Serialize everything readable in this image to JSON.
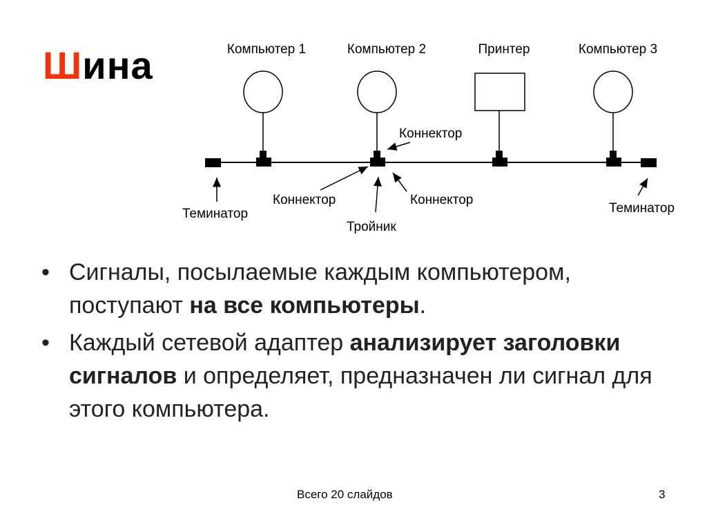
{
  "title": {
    "first_letter": "Ш",
    "rest": "ина",
    "accent": "#f0330f"
  },
  "diagram": {
    "devices": [
      "Компьютер 1",
      "Компьютер 2",
      "Принтер",
      "Компьютер 3"
    ],
    "labels": {
      "connector_top": "Коннектор",
      "connector_left": "Коннектор",
      "connector_right": "Коннектор",
      "tee": "Тройник",
      "terminator_left": "Теминатор",
      "terminator_right": "Теминатор"
    }
  },
  "bullets": [
    {
      "parts": [
        "Сигналы, посылаемые каждым компьютером, поступают ",
        "на все компьютеры",
        "."
      ]
    },
    {
      "parts": [
        "Каждый сетевой адаптер ",
        "анализирует заголовки сигналов",
        " и определяет, предназначен ли сигнал для этого компьютера."
      ]
    }
  ],
  "footer": {
    "total": "Всего 20 слайдов",
    "page": "3"
  }
}
